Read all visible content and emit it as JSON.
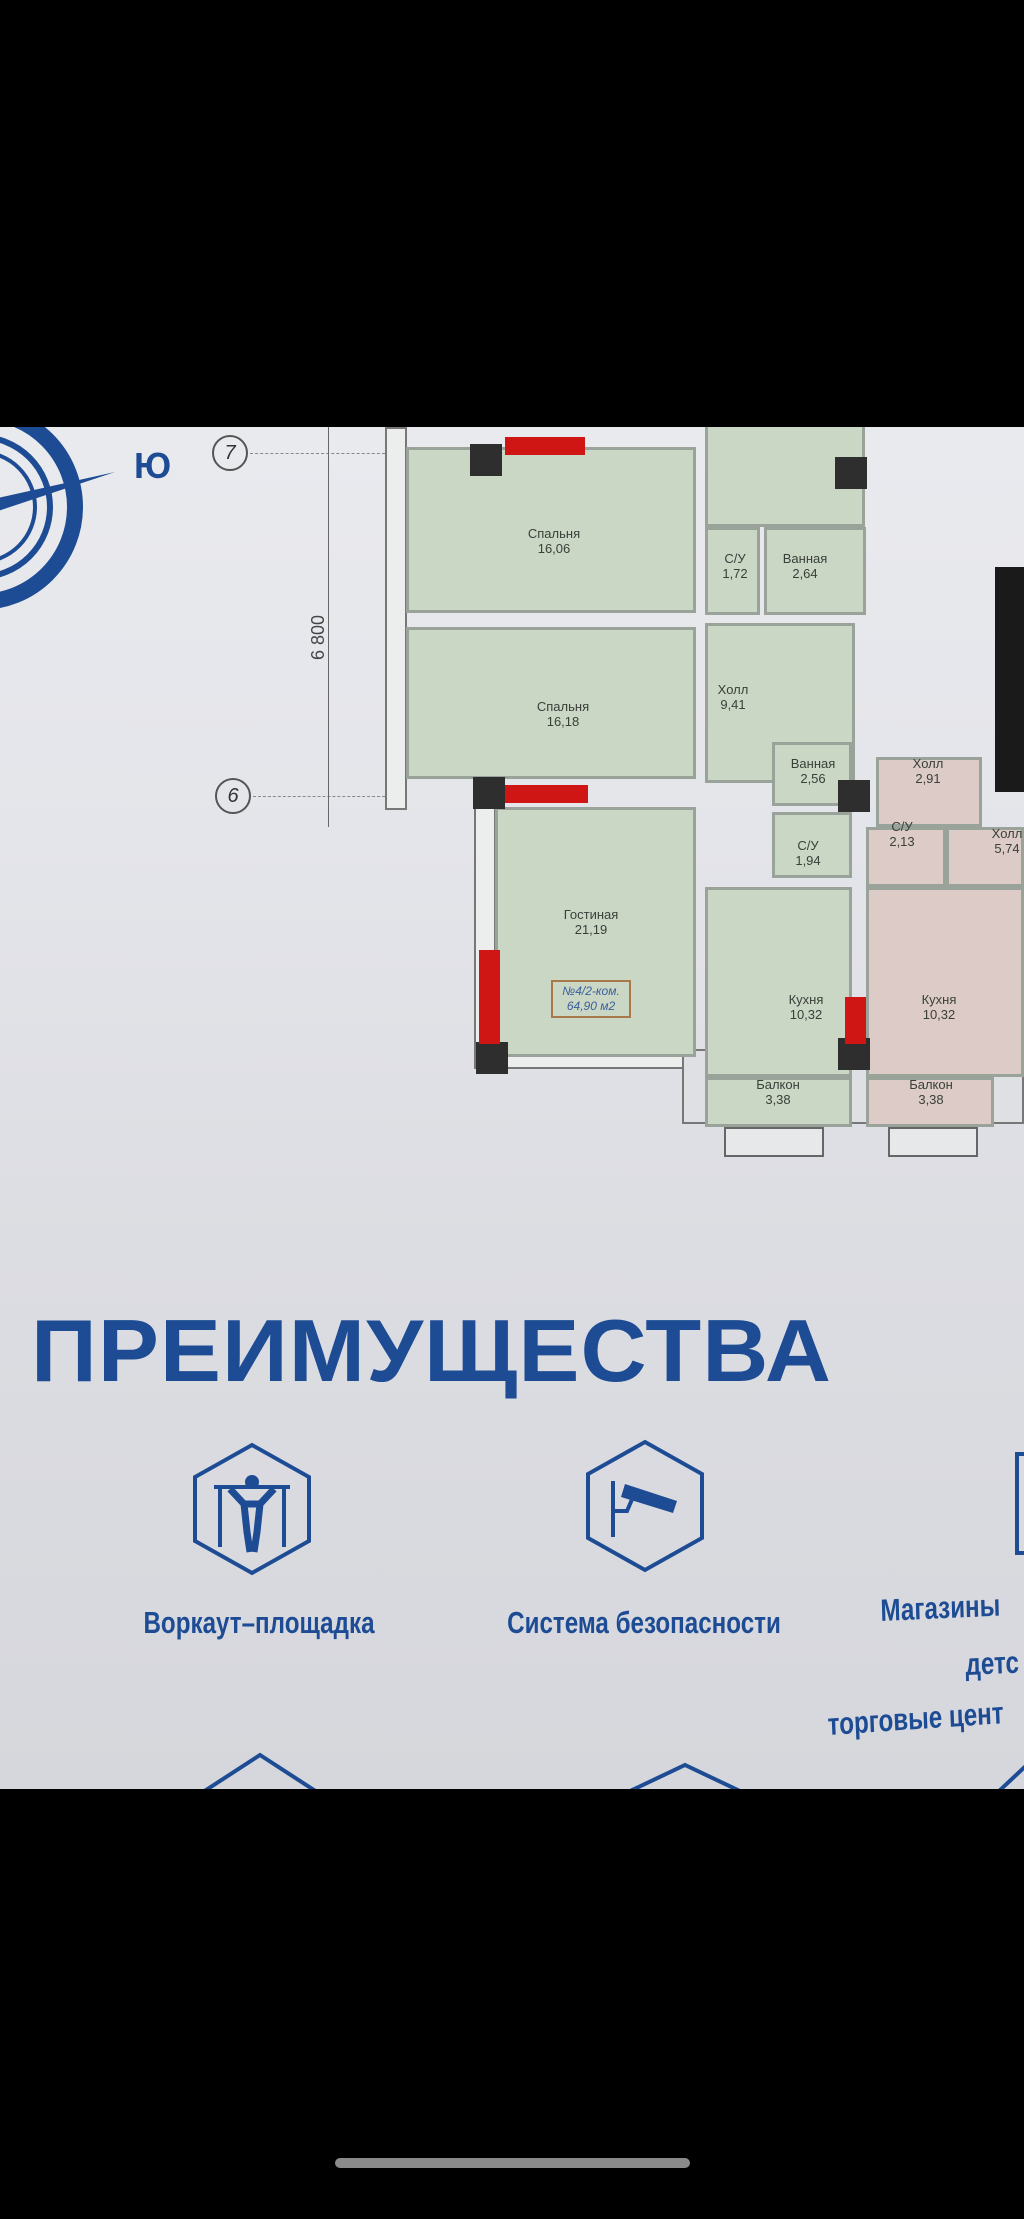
{
  "floor_plan": {
    "compass_letter": "Ю",
    "axes": [
      "7",
      "6"
    ],
    "dimension": "6 800",
    "rooms": [
      {
        "name": "Спальня",
        "area": "16,06"
      },
      {
        "name": "Спальня",
        "area": "16,18"
      },
      {
        "name": "Гостиная",
        "area": "21,19"
      },
      {
        "name": "Холл",
        "area": "9,41"
      },
      {
        "name": "С/У",
        "area": "1,72"
      },
      {
        "name": "Ванная",
        "area": "2,64"
      },
      {
        "name": "Ванная",
        "area": "2,56"
      },
      {
        "name": "С/У",
        "area": "1,94"
      },
      {
        "name": "Кухня",
        "area": "10,32"
      },
      {
        "name": "Балкон",
        "area": "3,38"
      }
    ],
    "neighbor_rooms": [
      {
        "name": "Холл",
        "area": "2,91"
      },
      {
        "name": "С/У",
        "area": "2,13"
      },
      {
        "name": "Холл",
        "area": "5,74"
      },
      {
        "name": "Кухня",
        "area": "10,32"
      },
      {
        "name": "Балкон",
        "area": "3,38"
      }
    ],
    "apartment_tag": {
      "type": "№4/2-ком.",
      "area": "64,90 м2"
    },
    "colors": {
      "unit": "#c9d7c4",
      "neighbor": "#dccbc6",
      "column": "#2e2e2e",
      "wall_highlight": "#d01515"
    }
  },
  "advantages": {
    "heading": "ПРЕИМУЩЕСТВА",
    "items": [
      {
        "label": "Воркаут–площадка",
        "icon": "pull-up-bar-icon"
      },
      {
        "label": "Система безопасности",
        "icon": "security-camera-icon"
      },
      {
        "label_lines": [
          "Магазины",
          "детс",
          "торговые цент"
        ],
        "icon": "shop-icon"
      }
    ],
    "color": "#1d4c94"
  }
}
